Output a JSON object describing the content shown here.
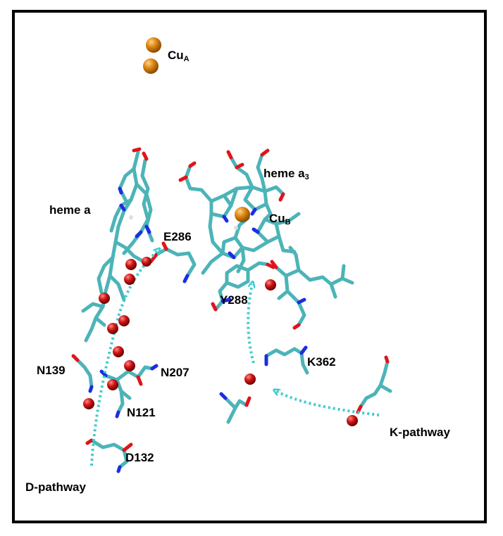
{
  "labels": {
    "cua_main": "Cu",
    "cua_sub": "A",
    "heme_a": "heme a",
    "heme_a3_main": "heme a",
    "heme_a3_sub": "3",
    "cub_main": "Cu",
    "cub_sub": "B",
    "e286": "E286",
    "y288": "Y288",
    "k362": "K362",
    "n139": "N139",
    "n207": "N207",
    "n121": "N121",
    "d132": "D132",
    "d_pathway": "D-pathway",
    "k_pathway": "K-pathway"
  },
  "colors": {
    "carbon": "#4cb4b8",
    "oxygen": "#e0141c",
    "nitrogen": "#1c2ee0",
    "copper": "#e08a14",
    "water": "#d41818",
    "pathway_arrow": "#40cccc",
    "frame": "#000000"
  }
}
